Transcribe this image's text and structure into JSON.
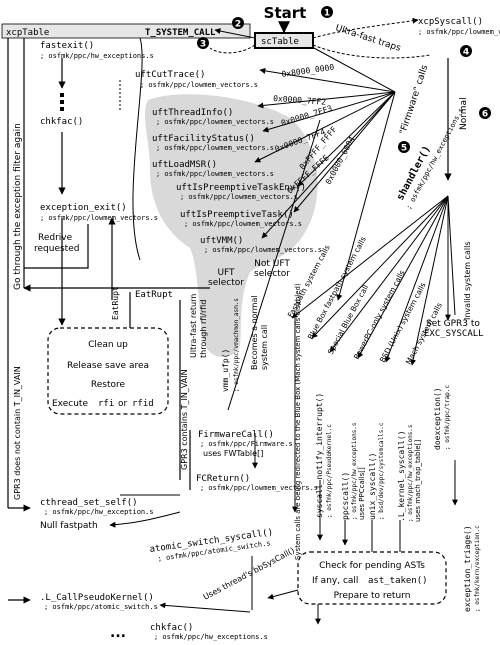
{
  "start": "Start",
  "steps": [
    "1",
    "2",
    "3",
    "4",
    "5",
    "6"
  ],
  "boxes": {
    "xcp_table": "xcpTable",
    "t_system_call": "T_SYSTEM_CALL",
    "sc_table": "scTable"
  },
  "left_column": {
    "fastexit": "fastexit()",
    "fastexit_src": "; osfmk/ppc/hw_exceptions.s",
    "chkfac": "chkfac()",
    "exception_exit": "exception_exit()",
    "exception_exit_src": "; osfmk/ppc/lowmem_vectors.s",
    "redrive_1": "Redrive",
    "redrive_2": "requested",
    "eatrupt": "EatRupt",
    "cleanup": [
      "Clean up",
      "Release save area",
      "Restore"
    ],
    "execute_prefix": "Execute",
    "execute_rfi": "rfi",
    "execute_or": "or",
    "execute_rfid": "rfid",
    "filter_vertical": "Go through the exception filter again",
    "gpr3_left_vertical": "GPR3 does not contain T_IN_VAIN",
    "gpr3_contains_vertical": "GPR3 contains T_IN_VAIN"
  },
  "ufast": {
    "uft_cut_trace": "uftCutTrace()",
    "uft_cut_trace_src": "; osfmk/ppc/lowmem_vectors.s",
    "uft_thread_info": "uftThreadInfo()",
    "uft_thread_info_src": "; osfmk/ppc/lowmem_vectors.s",
    "uft_facility_status": "uftFacilityStatus()",
    "uft_facility_status_src": "; osfmk/ppc/lowmem_vectors.s",
    "uft_load_msr": "uftLoadMSR()",
    "uft_load_msr_src": "; osfmk/ppc/lowmem_vectors.s",
    "uft_is_preemptive_task_env": "uftIsPreemptiveTaskEnv()",
    "uft_is_preemptive_task_env_src": "; osfmk/ppc/lowmem_vectors.s",
    "uft_is_preemptive_task": "uftIsPreemptiveTask()",
    "uft_is_preemptive_task_src": "; osfmk/ppc/lowmem_vectors.s",
    "uft_vmm": "uftVMM()",
    "uft_vmm_src": "; osfmk/ppc/lowmem_vectors.s",
    "uft_selector": [
      "UFT",
      "selector"
    ],
    "not_uft_selector": [
      "Not UFT",
      "selector"
    ],
    "becomes_normal": [
      "Becomes a normal",
      "system call"
    ],
    "ultra_fast_return": [
      "Ultra-fast return",
      "through rfi/rfid"
    ],
    "vmm_ufp": "vmm_ufp()",
    "vmm_ufp_src": "; osfmk/ppc/vmachmon_asm.s",
    "traps_label": "Ultra-fast traps",
    "codes": [
      "0x8000_0000",
      "0x0000_7FF2",
      "0x0000_7FF3",
      "0x0000_7FF4",
      "0xFFFF_FFFF",
      "0xFFFF_FFFE",
      "0x0000_6004"
    ]
  },
  "firmware": {
    "name": "FirmwareCall()",
    "src": "; osfmk/ppc/Firmware.s",
    "uses": "uses FWTable[]",
    "fcreturn": "FCReturn()",
    "fcreturn_src": "; osfmk/ppc/lowmem_vectors.s",
    "firmware_calls_label": "\"Firmware\" calls"
  },
  "right_column": {
    "xcp_syscall": "xcpSyscall()",
    "xcp_syscall_src": "; osfmk/ppc/lowmem_vectors.s",
    "normal": "Normal",
    "shandler": "shandler()",
    "shandler_src": "; osfmk/ppc/hw_exceptions.s",
    "invalid_calls": "Invalid system calls",
    "set_gpr3_1": "Set GPR3 to",
    "set_gpr3_2": "EXC_SYSCALL",
    "doexception": "doexception()",
    "doexception_src": "; osfmk/ppc/trap.c",
    "exception_triage": "exception_triage()",
    "exception_triage_src": "; osfmk/kern/exception.c"
  },
  "call_classes": {
    "fastpath": "Fastpath system calls",
    "bluebox_fastpath": "Blue Box fastpath system calls",
    "special_bluebox": "Special Blue Box call",
    "powerpc_only": "PowerPC-only system calls",
    "bsd": "BSD (Unix) system calls",
    "mach": "Mach system calls",
    "redirected": "System calls are being redirected to the Blue Box (Mach system calls disabled)"
  },
  "handlers": {
    "syscall_notify": "syscall_notify_interrupt()",
    "syscall_notify_src": "; osfmk/ppc/PseudoKernel.c",
    "ppcscall": "ppcscall()",
    "ppcscall_src": "; osfmk/ppc/hw_exceptions.s",
    "ppcscall_uses": "uses PPCcalls[]",
    "unix_syscall": "unix_syscall()",
    "unix_syscall_src": "; bsd/dev/ppc/systemcalls.c",
    "kernel_syscall": ".L_kernel_syscall()",
    "kernel_syscall_src": "; osfmk/ppc/hw_exceptions.s",
    "kernel_syscall_uses": "uses mach_trap_table[]"
  },
  "bottom": {
    "cthread": "cthread_set_self()",
    "cthread_src": "; osfmk/ppc/hw_exception.s",
    "null_fastpath": "Null fastpath",
    "atomic": "atomic_switch_syscall()",
    "atomic_src": "; osfmk/ppc/atomic_switch.s",
    "l_callpseudo": ".L_CallPseudoKernel()",
    "l_callpseudo_src": "; osfmk/ppc/atomic_switch.s",
    "uses_bbsyscall": "Uses thread's bbSysCall()",
    "check_asts": "Check for pending ASTs",
    "if_any_1": "If any, call",
    "if_any_2": "ast_taken()",
    "prepare": "Prepare to return",
    "chkfac": "chkfac()",
    "chkfac_src": "; osfmk/ppc/hw_exceptions.s",
    "dots": "..."
  }
}
